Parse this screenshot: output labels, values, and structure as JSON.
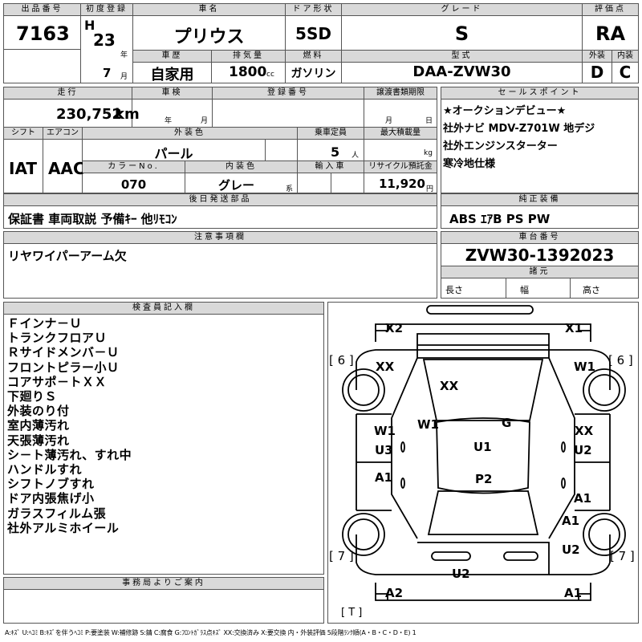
{
  "header": {
    "lot_label": "出品番号",
    "lot_number": "7163",
    "reg_label": "初度登録",
    "era": "H",
    "year": "23",
    "year_unit": "年",
    "month": "7",
    "month_unit": "月",
    "model_label": "車名",
    "model": "プリウス",
    "history_label": "車歴",
    "history": "自家用",
    "displacement_label": "排気量",
    "displacement": "1800",
    "displacement_unit": "cc",
    "fuel_label": "燃料",
    "fuel": "ガソリン",
    "door_label": "ドア形状",
    "door": "5SD",
    "grade_label": "グレード",
    "grade": "S",
    "type_label": "型式",
    "type": "DAA-ZVW30",
    "score_label": "評価点",
    "score": "RA",
    "ext_label": "外装",
    "ext_grade": "D",
    "int_label": "内装",
    "int_grade": "C"
  },
  "row2": {
    "mileage_label": "走行",
    "mileage": "230,752",
    "mileage_unit": "km",
    "inspection_label": "車検",
    "insp_year_unit": "年",
    "insp_month_unit": "月",
    "plate_label": "登録番号",
    "transfer_label": "譲渡書類期限",
    "transfer_month_unit": "月",
    "transfer_day_unit": "日",
    "shift_label": "シフト",
    "shift": "IAT",
    "ac_label": "エアコン",
    "ac": "AAC",
    "ext_color_label": "外装色",
    "ext_color": "パール",
    "capacity_label": "乗車定員",
    "capacity": "5",
    "capacity_unit": "人",
    "load_label": "最大積載量",
    "load_unit": "kg",
    "color_no_label": "カラーNo.",
    "color_no": "070",
    "int_color_label": "内装色",
    "int_color": "グレー",
    "int_color_unit": "系",
    "import_label": "輸入車",
    "recycle_label": "リサイクル預託金",
    "recycle": "11,920",
    "recycle_unit": "円"
  },
  "sales_points": {
    "label": "セールスポイント",
    "lines": [
      "★オークションデビュー★",
      "社外ナビ MDV-Z701W 地デジ",
      "社外エンジンスターター",
      "寒冷地仕様"
    ]
  },
  "parts": {
    "label": "後日発送部品",
    "value": "保証書 車両取説 予備ｷｰ 他ﾘﾓｺﾝ"
  },
  "equipment": {
    "label": "純正装備",
    "value": "ABS ｴｱB PS PW"
  },
  "notes": {
    "label": "注意事項欄",
    "value": "リヤワイパーアーム欠"
  },
  "chassis": {
    "label": "車台番号",
    "value": "ZVW30-1392023",
    "dims_label": "諸元",
    "length": "長さ",
    "width": "幅",
    "height": "高さ"
  },
  "inspector": {
    "label": "検査員記入欄",
    "lines": [
      "Ｆインナ－Ｕ",
      "トランクフロアＵ",
      "Ｒサイドメンバ－Ｕ",
      "フロントピラー小Ｕ",
      "コアサポ－トＸＸ",
      "下廻りＳ",
      "外装のり付",
      "室内薄汚れ",
      "天張薄汚れ",
      "シ－ト薄汚れ、すれ中",
      "ハンドルすれ",
      "シフトノブすれ",
      "ドア内張焦げ小",
      "ガラスフィルム張",
      "社外アルミホイール"
    ]
  },
  "office": {
    "label": "事務局よりご案内"
  },
  "diagram": {
    "x2": "X2",
    "x1": "X1",
    "b6l": "[ 6 ]",
    "b6r": "[ 6 ]",
    "xx_fl": "XX",
    "w1_fr": "W1",
    "xx_hood": "XX",
    "w1_l": "W1",
    "w1_c": "W1",
    "g": "G",
    "xx_r": "XX",
    "u3": "U3",
    "u1": "U1",
    "u2_r": "U2",
    "a1_l": "A1",
    "p2": "P2",
    "a1_r": "A1",
    "a1_r2": "A1",
    "b7l": "[ 7 ]",
    "b7r": "[ 7 ]",
    "u2_rr": "U2",
    "u2_b": "U2",
    "a2": "A2",
    "a1_b": "A1",
    "bt": "[ T ]"
  },
  "legend": "A:ｷｽﾞ U:ﾍｺﾐ B:ｷｽﾞを伴うﾍｺﾐ P:要塗装 W:補修跡 S:錆 C:腐食 G:ﾌﾛﾝﾄｶﾞﾗｽ点ｷｽﾞ XX:交換済み X:要交換 内・外装評価 5段階ﾗﾝｸ順(A・B・C・D・E) 1"
}
